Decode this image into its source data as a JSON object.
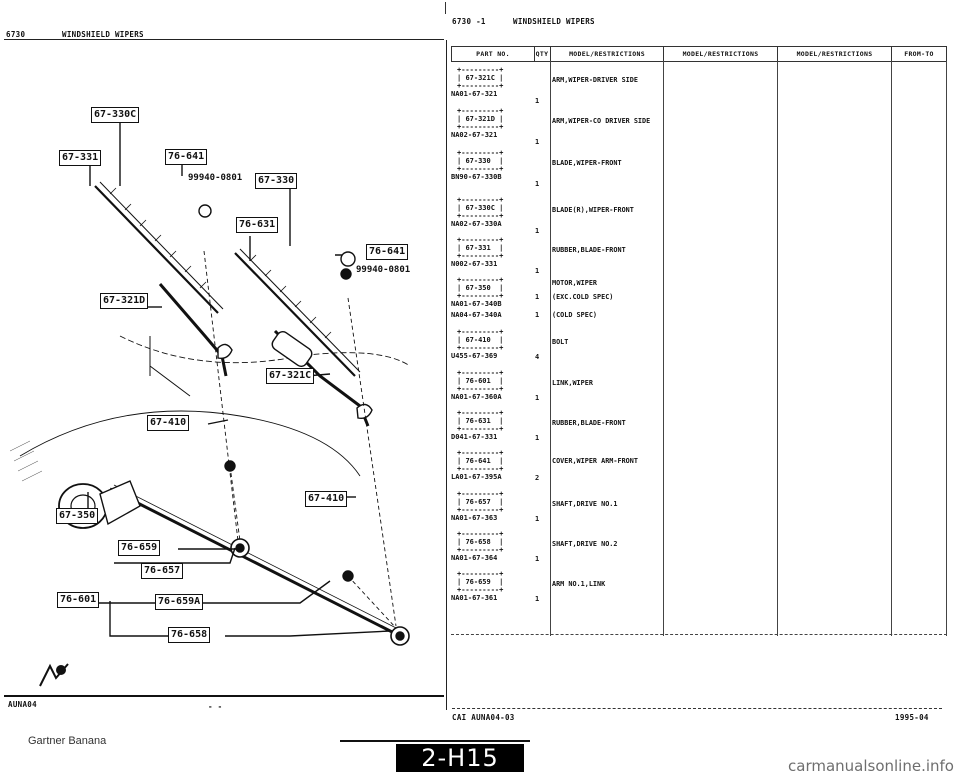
{
  "left_header": {
    "code": "6730",
    "title": "WINDSHIELD WIPERS"
  },
  "right_header": {
    "code": "6730 -1",
    "title": "WINDSHIELD WIPERS"
  },
  "diagram": {
    "callouts": [
      "67-330C",
      "67-331",
      "76-641",
      "67-330",
      "76-631",
      "76-641",
      "67-321D",
      "67-321C",
      "67-410",
      "67-410",
      "67-350",
      "76-659",
      "76-657",
      "76-601",
      "76-659A",
      "76-658"
    ],
    "part_numbers": [
      "99940-0801",
      "99940-0801"
    ],
    "diagram_code": "AUNA04",
    "dashes": "-   -",
    "footer_note": "Gartner Banana"
  },
  "table": {
    "headers": [
      "PART NO.",
      "QTY",
      "MODEL/RESTRICTIONS",
      "MODEL/RESTRICTIONS",
      "MODEL/RESTRICTIONS",
      "FROM-TO"
    ],
    "rows": [
      {
        "ref": "67-321C",
        "part": "NA01-67-321",
        "qty": "1",
        "desc": "ARM,WIPER-DRIVER SIDE"
      },
      {
        "ref": "67-321D",
        "part": "NA02-67-321",
        "qty": "1",
        "desc": "ARM,WIPER-CO DRIVER SIDE"
      },
      {
        "ref": "67-330",
        "part": "BN90-67-330B",
        "qty": "1",
        "desc": "BLADE,WIPER-FRONT"
      },
      {
        "ref": "67-330C",
        "part": "NA02-67-330A",
        "qty": "1",
        "desc": "BLADE(R),WIPER-FRONT"
      },
      {
        "ref": "67-331",
        "part": "N002-67-331",
        "qty": "1",
        "desc": "RUBBER,BLADE-FRONT"
      },
      {
        "ref": "67-350",
        "part": "NA01-67-340B",
        "qty": "1",
        "desc": "MOTOR,WIPER"
      },
      {
        "ref": "",
        "part": "NA04-67-340A",
        "qty": "1",
        "desc": "(EXC.COLD SPEC)"
      },
      {
        "ref": "67-410",
        "part": "U455-67-369",
        "qty": "4",
        "desc": "BOLT"
      },
      {
        "ref": "76-601",
        "part": "NA01-67-360A",
        "qty": "1",
        "desc": "LINK,WIPER"
      },
      {
        "ref": "76-631",
        "part": "D041-67-331",
        "qty": "1",
        "desc": "RUBBER,BLADE-FRONT"
      },
      {
        "ref": "76-641",
        "part": "LA01-67-395A",
        "qty": "2",
        "desc": "COVER,WIPER ARM-FRONT"
      },
      {
        "ref": "76-657",
        "part": "NA01-67-363",
        "qty": "1",
        "desc": "SHAFT,DRIVE NO.1"
      },
      {
        "ref": "76-658",
        "part": "NA01-67-364",
        "qty": "1",
        "desc": "SHAFT,DRIVE NO.2"
      },
      {
        "ref": "76-659",
        "part": "NA01-67-361",
        "qty": "1",
        "desc": "ARM NO.1,LINK"
      }
    ],
    "extra_desc": "(COLD SPEC)"
  },
  "footer": {
    "catalog": "CAI  AUNA04-03",
    "date": "1995-04",
    "page_label": "2-H15"
  },
  "watermark": "carmanualsonline.info"
}
